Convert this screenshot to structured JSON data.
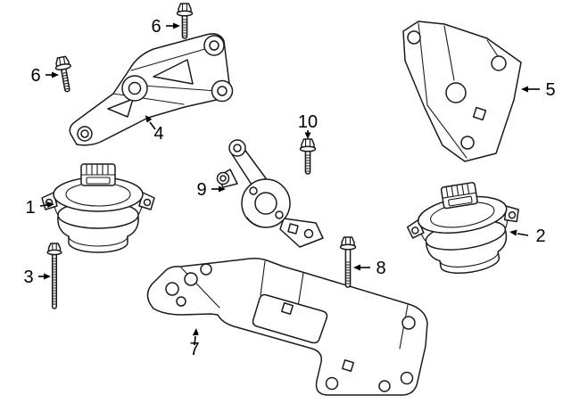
{
  "figure": {
    "background": "#ffffff",
    "line_color": "#1a1a1a",
    "label_color": "#000000"
  },
  "parts": {
    "p1": "engine-mount-left",
    "p2": "engine-mount-right",
    "p3": "long-hex-bolt",
    "p4": "engine-support-bracket",
    "p5": "mount-bracket-plate",
    "p6a": "hex-flange-bolt",
    "p6b": "hex-flange-bolt",
    "p7": "transmission-crossmember",
    "p8": "hex-flange-bolt",
    "p9": "center-mount-bracket",
    "p10": "hex-flange-bolt"
  },
  "callouts": {
    "c1": {
      "label": "1"
    },
    "c2": {
      "label": "2"
    },
    "c3": {
      "label": "3"
    },
    "c4": {
      "label": "4"
    },
    "c5": {
      "label": "5"
    },
    "c6a": {
      "label": "6"
    },
    "c6b": {
      "label": "6"
    },
    "c7": {
      "label": "7"
    },
    "c8": {
      "label": "8"
    },
    "c9": {
      "label": "9"
    },
    "c10": {
      "label": "10"
    }
  }
}
